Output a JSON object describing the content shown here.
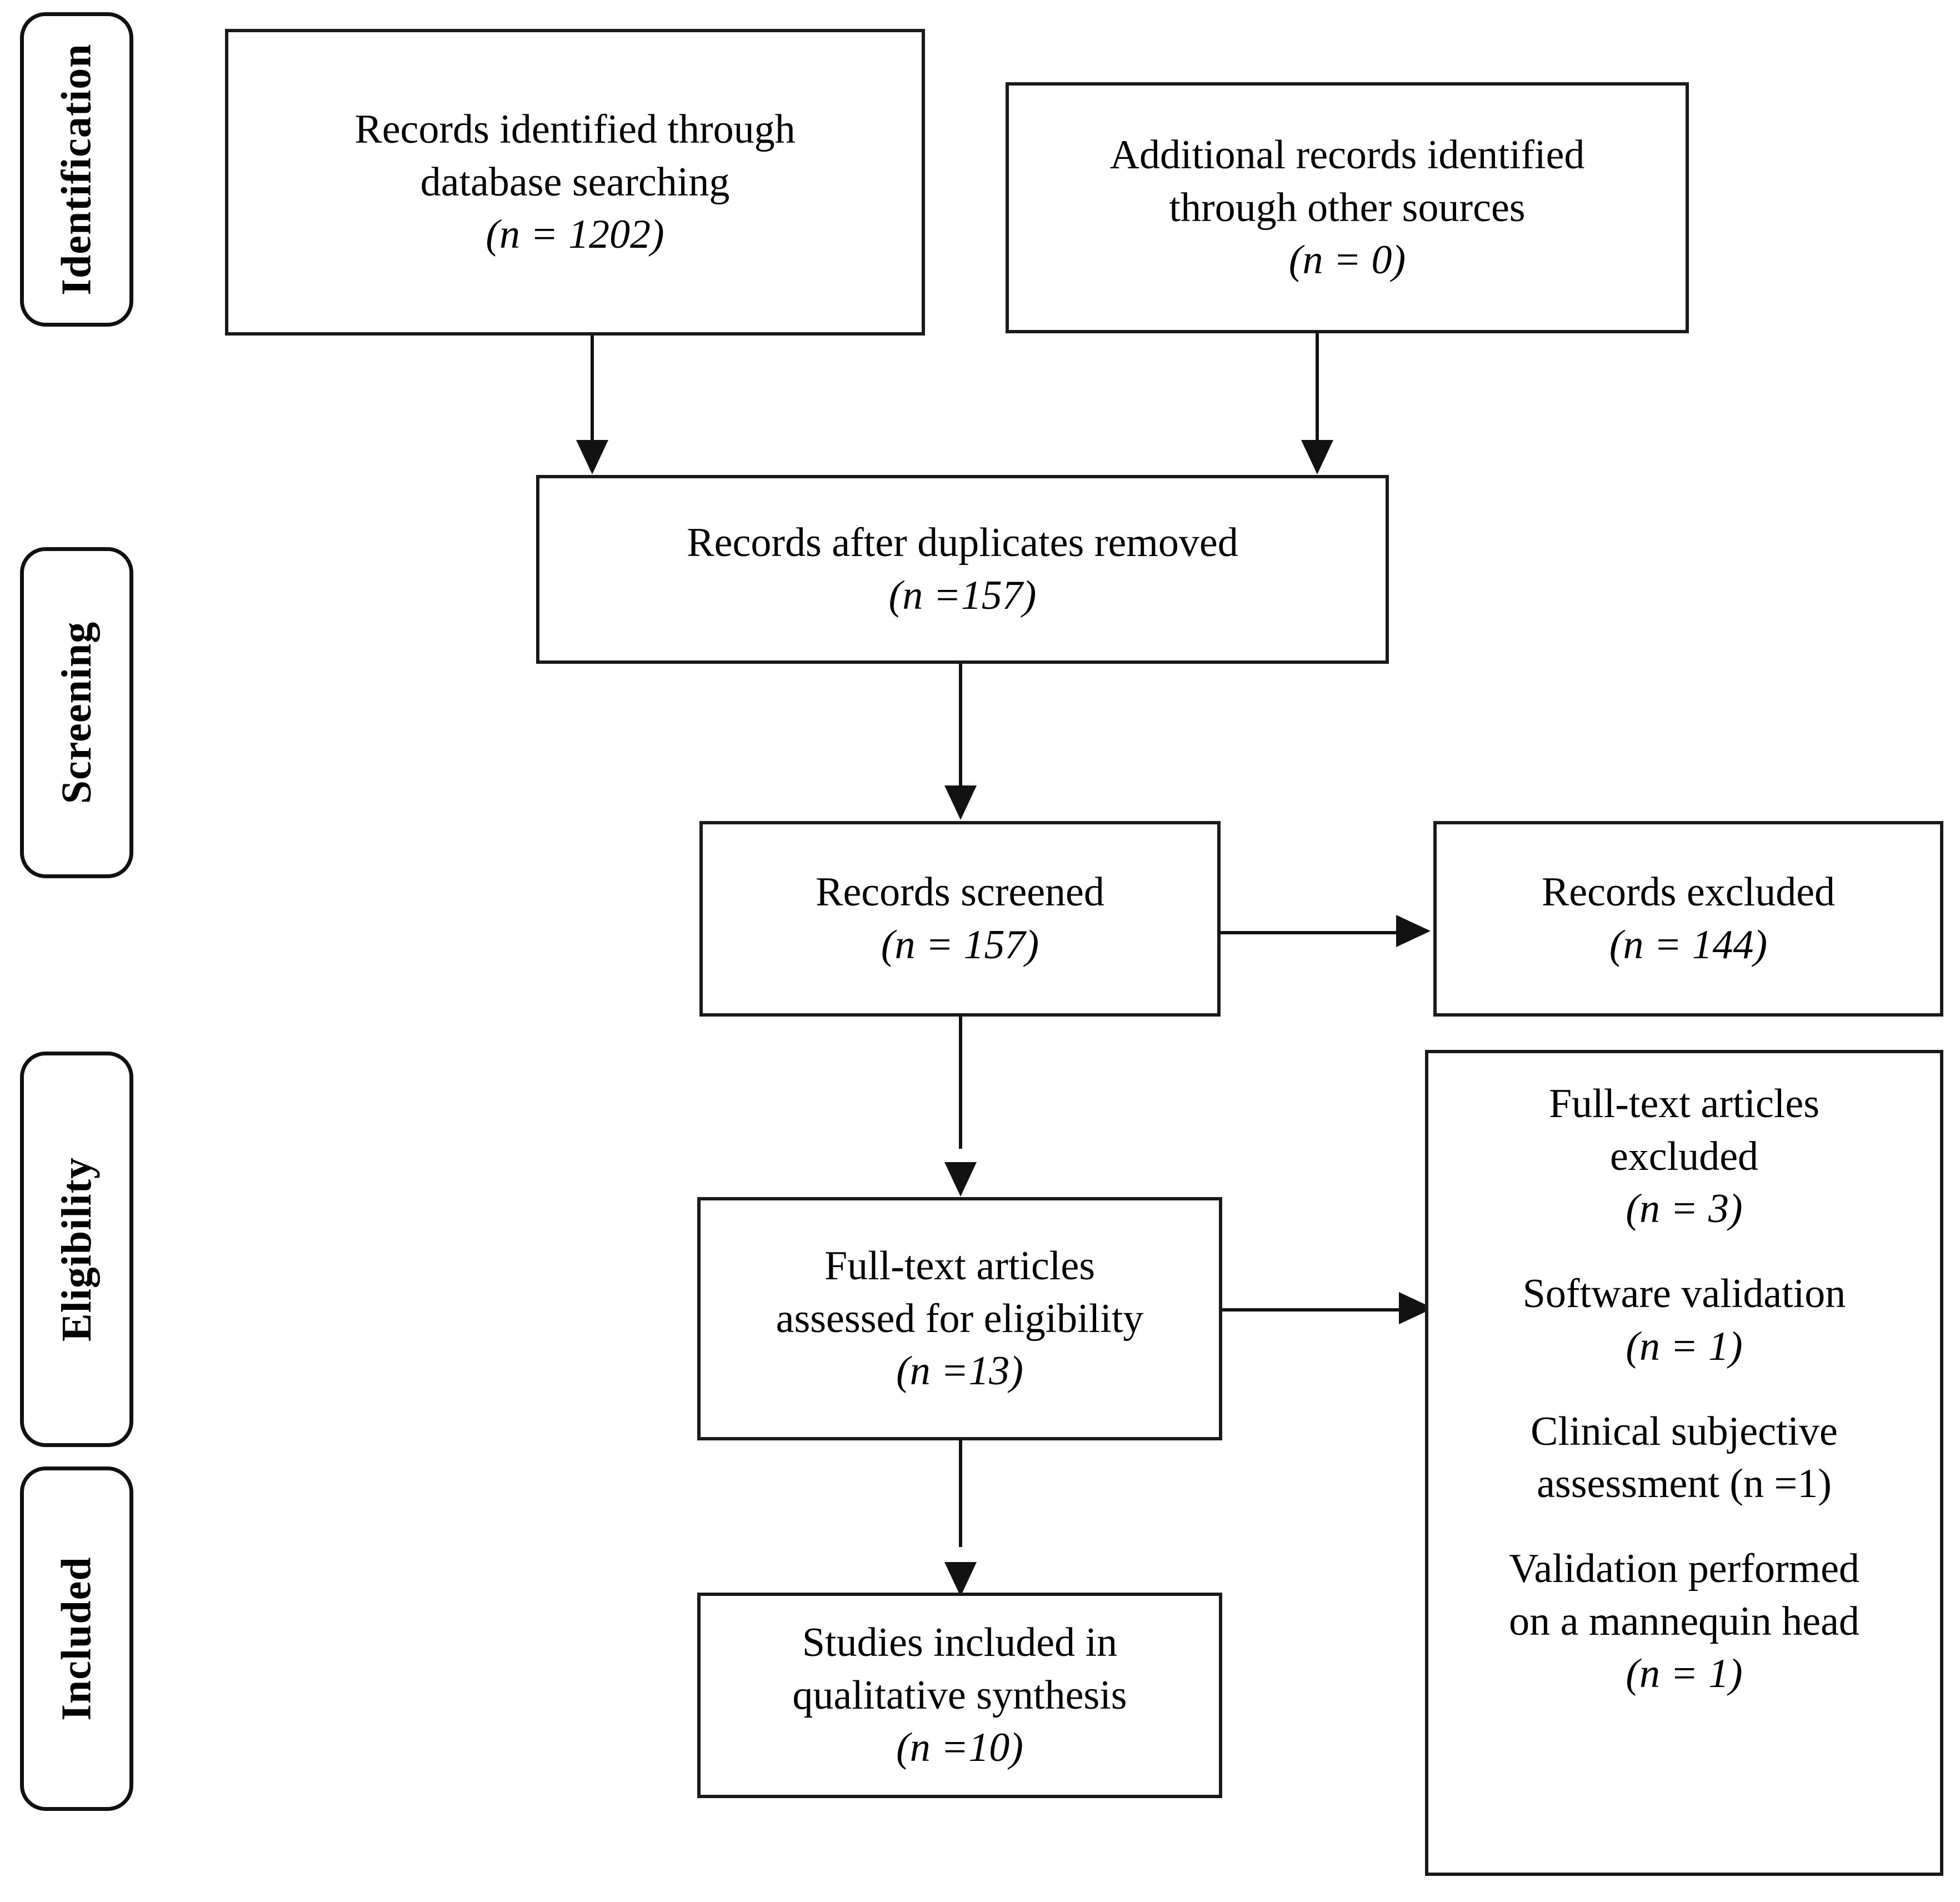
{
  "diagram": {
    "type": "PRISMA flow diagram",
    "stages": [
      {
        "id": "identification",
        "label": "Identification"
      },
      {
        "id": "screening",
        "label": "Screening"
      },
      {
        "id": "eligibility",
        "label": "Eligibility"
      },
      {
        "id": "included",
        "label": "Included"
      }
    ],
    "boxes": {
      "database_search": {
        "line1": "Records identified through",
        "line2": "database searching",
        "count_text": "(n = 1202)",
        "n": 1202
      },
      "other_sources": {
        "line1": "Additional records identified",
        "line2": "through other sources",
        "count_text": "(n = 0)",
        "n": 0
      },
      "duplicates_removed": {
        "line1": "Records after duplicates removed",
        "count_text": "(n =157)",
        "n": 157
      },
      "records_screened": {
        "line1": "Records screened",
        "count_text": "(n = 157)",
        "n": 157
      },
      "records_excluded": {
        "line1": "Records excluded",
        "count_text": "(n = 144)",
        "n": 144
      },
      "fulltext_assessed": {
        "line1": "Full-text articles",
        "line2": "assessed for eligibility",
        "count_text": "(n =13)",
        "n": 13
      },
      "fulltext_excluded": {
        "group1_line1": "Full-text articles",
        "group1_line2": "excluded",
        "group1_count": "(n = 3)",
        "group1_n": 3,
        "group2_line1": "Software validation",
        "group2_count": "(n = 1)",
        "group2_n": 1,
        "group3_line1": "Clinical  subjective",
        "group3_line2": "assessment (n =1)",
        "group3_n": 1,
        "group4_line1": "Validation performed",
        "group4_line2": "on a mannequin head",
        "group4_count": "(n = 1)",
        "group4_n": 1
      },
      "studies_included": {
        "line1": "Studies included in",
        "line2": "qualitative synthesis",
        "count_text": "(n =10)",
        "n": 10
      }
    },
    "colors": {
      "stroke": "#121212",
      "background": "#ffffff",
      "text": "#000000"
    }
  }
}
